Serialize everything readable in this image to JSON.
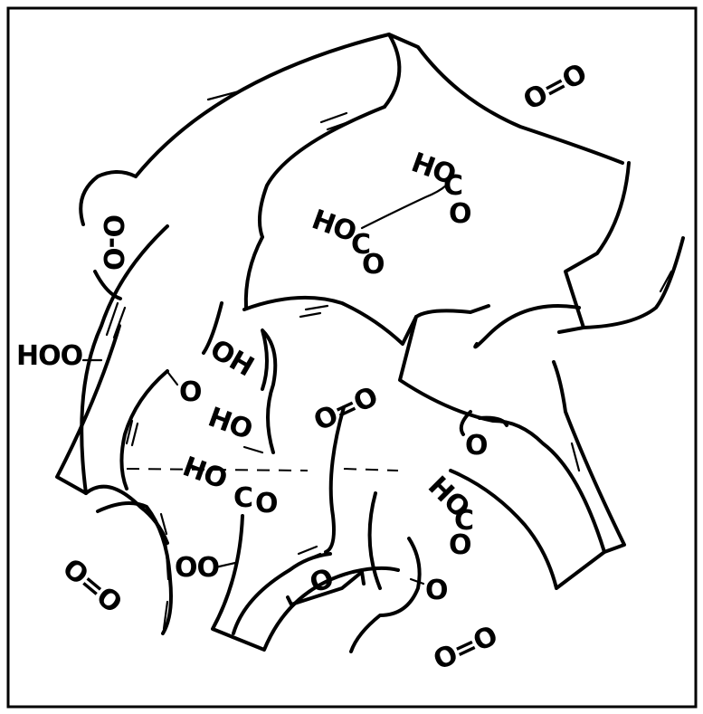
{
  "labels": {
    "o2_top_right": "O=O",
    "carboxyl_upper_1": "HO",
    "carboxyl_upper_1_c": "C",
    "carboxyl_upper_1_o": "O",
    "carboxyl_upper_2": "HO",
    "carboxyl_upper_2_c": "C",
    "carboxyl_upper_2_o": "O",
    "peroxide": "O-O",
    "hydroperoxide": "HOO",
    "hydroxyl_mid": "OH",
    "carbonyl_mid": "O",
    "o2_center": "O=O",
    "hydroxyl_left": "HO",
    "carboxyl_lower": "HO",
    "carboxyl_lower_c": "C",
    "carboxyl_lower_o": "O",
    "ether_right": "O",
    "carboxyl_right": "HO",
    "carboxyl_right_c": "C",
    "carboxyl_right_o": "O",
    "o2_bottom_left": "O=O",
    "peroxide_radical": "OO",
    "ring_o": "O",
    "carbonyl_bottom": "O",
    "o2_bottom_right": "O=O"
  }
}
